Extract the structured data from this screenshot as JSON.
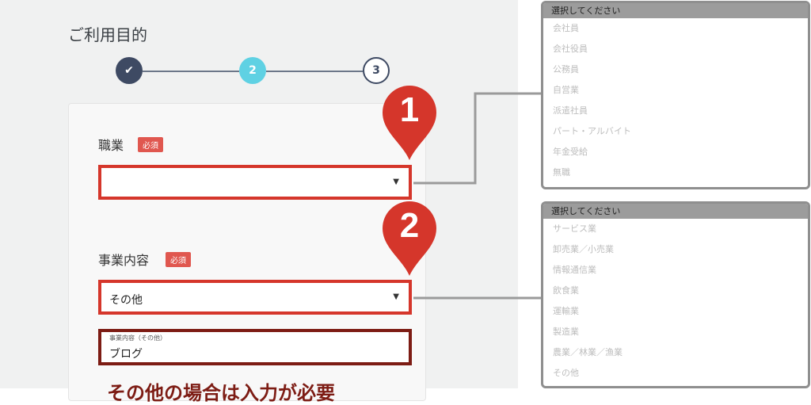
{
  "page": {
    "title": "ご利用目的"
  },
  "stepper": {
    "done_icon": "✔",
    "current": "2",
    "next": "3"
  },
  "occupation": {
    "label": "職業",
    "required": "必須",
    "value": ""
  },
  "business": {
    "label": "事業内容",
    "required": "必須",
    "value": "その他"
  },
  "business_other": {
    "label": "事業内容（その他）",
    "value": "ブログ"
  },
  "markers": {
    "one": "1",
    "two": "2"
  },
  "note": "その他の場合は入力が必要",
  "occupation_options": {
    "header": "選択してください",
    "items": [
      "会社員",
      "会社役員",
      "公務員",
      "自営業",
      "派遣社員",
      "パート・アルバイト",
      "年金受給",
      "無職"
    ]
  },
  "business_options": {
    "header": "選択してください",
    "items": [
      "サービス業",
      "卸売業／小売業",
      "情報通信業",
      "飲食業",
      "運輸業",
      "製造業",
      "農業／林業／漁業",
      "その他"
    ]
  },
  "colors": {
    "highlight": "#d5362b",
    "dark_highlight": "#7d1c14",
    "step_current": "#5fd1e3",
    "step_done": "#3e4a63"
  }
}
